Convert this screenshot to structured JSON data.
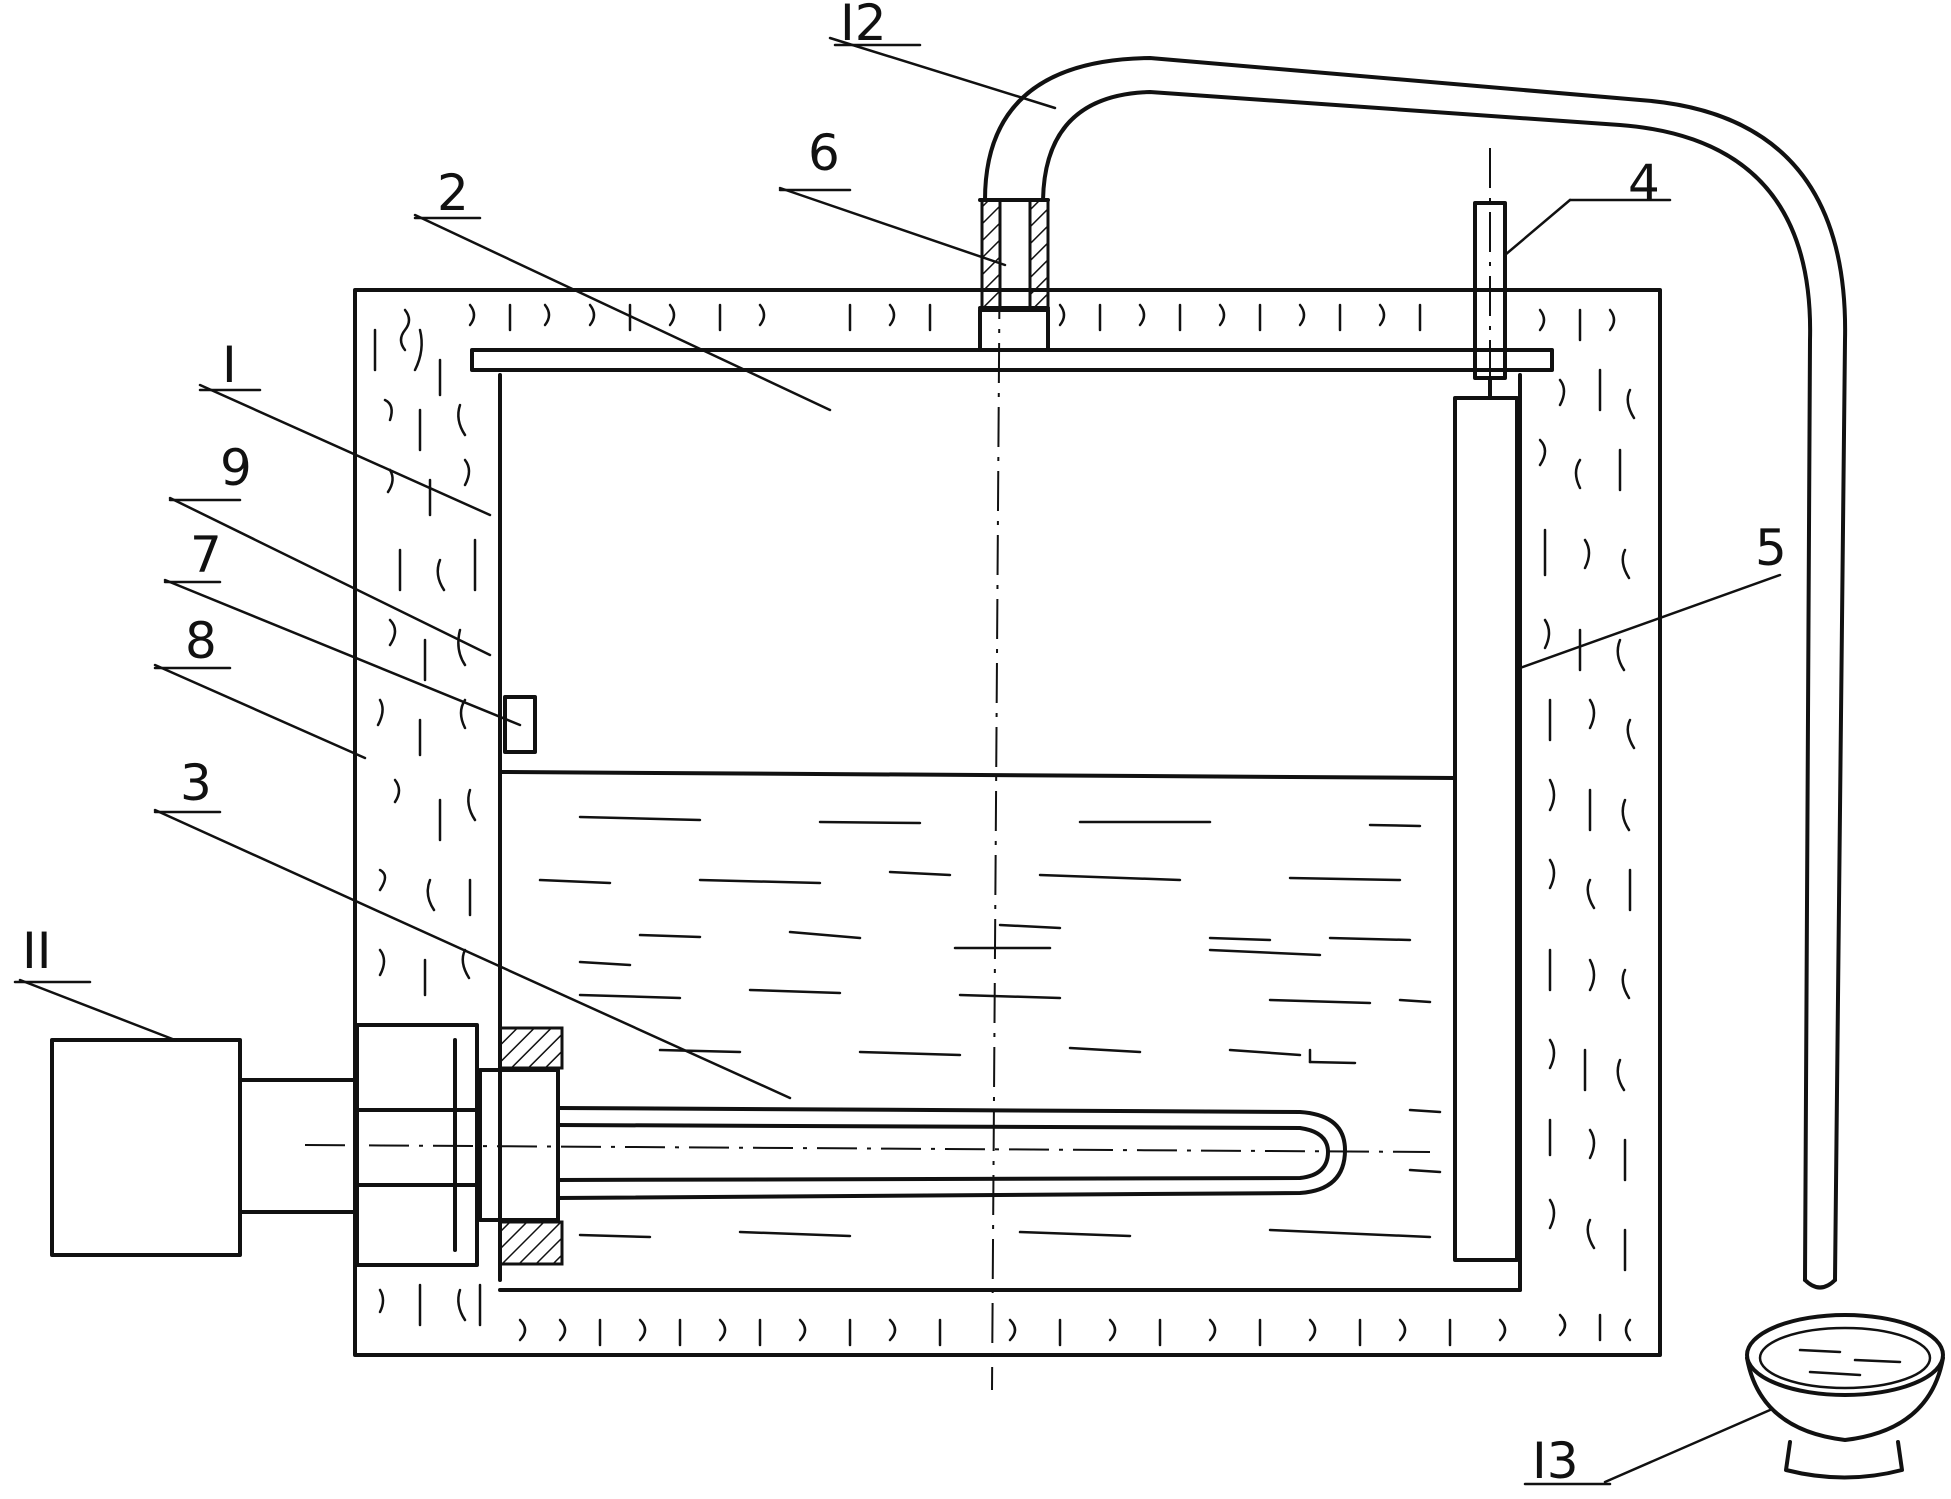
{
  "diagram": {
    "labels": {
      "l1": "I",
      "l2": "2",
      "l3": "3",
      "l4": "4",
      "l5": "5",
      "l6": "6",
      "l7": "7",
      "l8": "8",
      "l9": "9",
      "l11": "II",
      "l12": "I2",
      "l13": "I3"
    }
  }
}
